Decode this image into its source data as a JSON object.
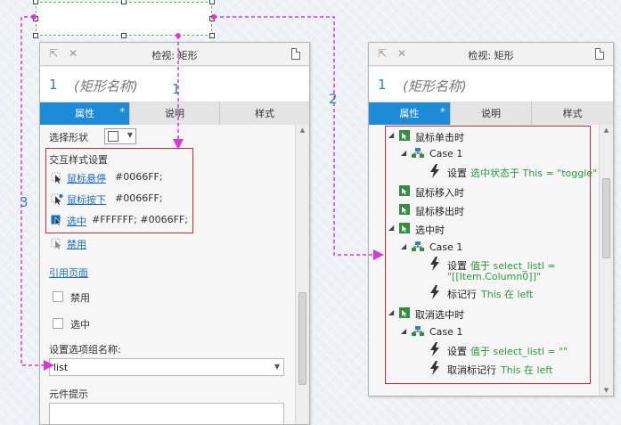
{
  "left_panel": {
    "title": "检视: 矩形",
    "number": "1",
    "name_placeholder": "(矩形名称)",
    "tabs": [
      {
        "label": "属性",
        "active": true,
        "marker": "*"
      },
      {
        "label": "说明",
        "active": false
      },
      {
        "label": "样式",
        "active": false
      }
    ],
    "select_shape_label": "选择形状",
    "interaction_styles": {
      "heading": "交互样式设置",
      "items": [
        {
          "link": "鼠标悬停",
          "value": "#0066FF;"
        },
        {
          "link": "鼠标按下",
          "value": "#0066FF;"
        },
        {
          "link": "选中",
          "value": "#FFFFFF; #0066FF;"
        }
      ],
      "disabled_link": "禁用"
    },
    "reference_page": "引用页面",
    "checkbox_disabled": "禁用",
    "checkbox_selected": "选中",
    "group_name_label": "设置选项组名称:",
    "group_name_value": "list",
    "tooltip_label": "元件提示"
  },
  "right_panel": {
    "title": "检视: 矩形",
    "number": "1",
    "name_placeholder": "(矩形名称)",
    "tabs": [
      {
        "label": "属性",
        "active": true,
        "marker": "*"
      },
      {
        "label": "说明",
        "active": false
      },
      {
        "label": "样式",
        "active": false
      }
    ],
    "events": {
      "on_click": "鼠标单击时",
      "on_click_case": "Case 1",
      "on_click_action_verb": "设置",
      "on_click_action_detail": "选中状态于 This = \"toggle\"",
      "on_mouse_enter": "鼠标移入时",
      "on_mouse_leave": "鼠标移出时",
      "on_selected": "选中时",
      "on_selected_case": "Case 1",
      "on_selected_action1_verb": "设置",
      "on_selected_action1_detail_line1": "值于 select_listl =",
      "on_selected_action1_detail_line2": "\"[[Item.Column0]]\"",
      "on_selected_action2_verb": "标记行",
      "on_selected_action2_detail": "This 在 left",
      "on_unselected": "取消选中时",
      "on_unselected_case": "Case 1",
      "on_unselected_action1_verb": "设置",
      "on_unselected_action1_detail": "值于 select_listl = \"\"",
      "on_unselected_action2_verb": "取消标记行",
      "on_unselected_action2_detail": "This 在 left"
    }
  },
  "callouts": {
    "one": "1",
    "two": "2",
    "three": "3"
  },
  "colors": {
    "accent_tab": "#1e8bd8",
    "link": "#1a6dc4",
    "action_text": "#2a9b3c",
    "highlight_border": "#c8283c",
    "arrow": "#d63ad6"
  }
}
